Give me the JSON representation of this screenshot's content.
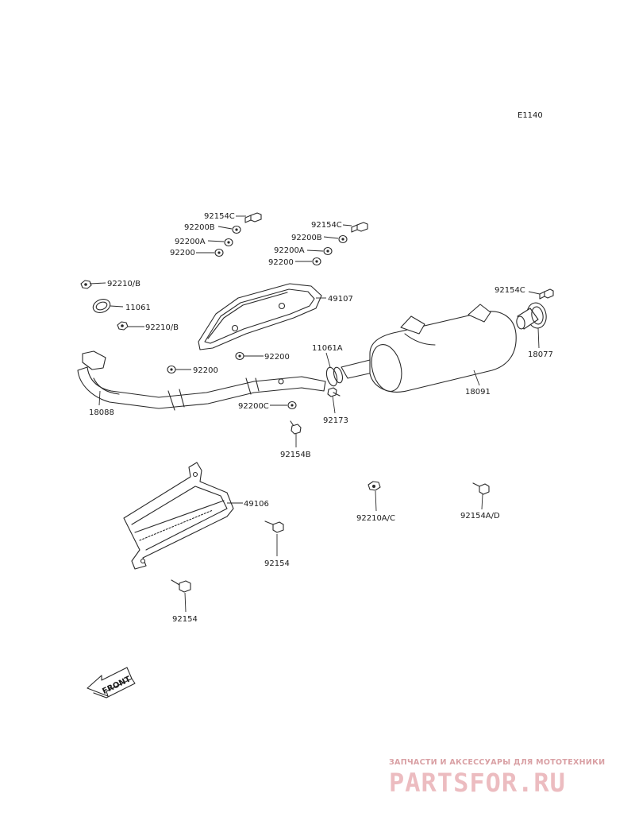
{
  "diagram_code": "E1140",
  "callouts": [
    {
      "id": "c1",
      "label": "92154C"
    },
    {
      "id": "c2",
      "label": "92200B"
    },
    {
      "id": "c3",
      "label": "92200A"
    },
    {
      "id": "c4",
      "label": "92200"
    },
    {
      "id": "c5",
      "label": "92154C"
    },
    {
      "id": "c6",
      "label": "92200B"
    },
    {
      "id": "c7",
      "label": "92200A"
    },
    {
      "id": "c8",
      "label": "92200"
    },
    {
      "id": "c9",
      "label": "92210/B"
    },
    {
      "id": "c10",
      "label": "11061"
    },
    {
      "id": "c11",
      "label": "92210/B"
    },
    {
      "id": "c12",
      "label": "49107"
    },
    {
      "id": "c13",
      "label": "92154C"
    },
    {
      "id": "c14",
      "label": "18077"
    },
    {
      "id": "c15",
      "label": "11061A"
    },
    {
      "id": "c16",
      "label": "92200"
    },
    {
      "id": "c17",
      "label": "92200"
    },
    {
      "id": "c18",
      "label": "18088"
    },
    {
      "id": "c19",
      "label": "18091"
    },
    {
      "id": "c20",
      "label": "92200C"
    },
    {
      "id": "c21",
      "label": "92173"
    },
    {
      "id": "c22",
      "label": "92154B"
    },
    {
      "id": "c23",
      "label": "49106"
    },
    {
      "id": "c24",
      "label": "92210A/C"
    },
    {
      "id": "c25",
      "label": "92154A/D"
    },
    {
      "id": "c26",
      "label": "92154"
    },
    {
      "id": "c27",
      "label": "92154"
    }
  ],
  "front_arrow_label": "FRONT",
  "watermark": {
    "subtitle": "ЗАПЧАСТИ И АКСЕССУАРЫ ДЛЯ МОТОТЕХНИКИ",
    "logo": "PARTSFOR.RU"
  }
}
